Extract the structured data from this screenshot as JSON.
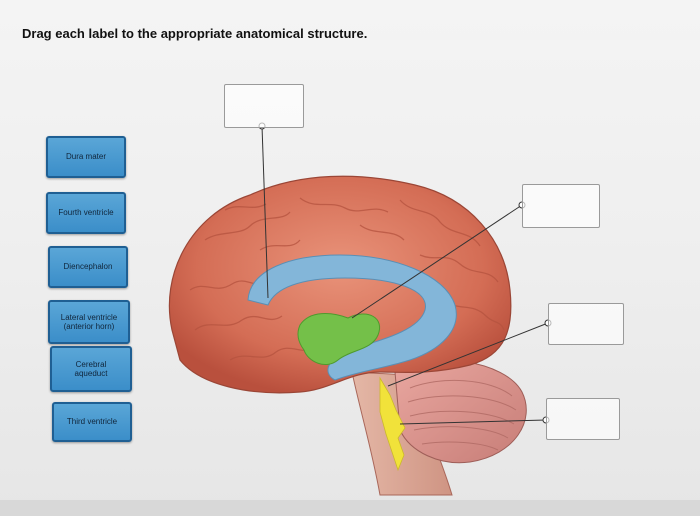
{
  "instruction": "Drag each label to the appropriate anatomical structure.",
  "labels": [
    "Dura mater",
    "Fourth ventricle",
    "Diencephalon",
    "Lateral ventricle\n(anterior horn)",
    "Cerebral\naqueduct",
    "Third ventricle"
  ],
  "drop_targets": [
    "",
    "",
    "",
    ""
  ],
  "colors": {
    "label_fill": "#4a9bd2",
    "label_border": "#1f5f93",
    "brain": "#d9775e",
    "ventricle_blue": "#7db2d6",
    "ventricle_green": "#6fbf4c",
    "aqueduct_yellow": "#f4e33b"
  },
  "icons": [
    "leader-line-dot"
  ]
}
